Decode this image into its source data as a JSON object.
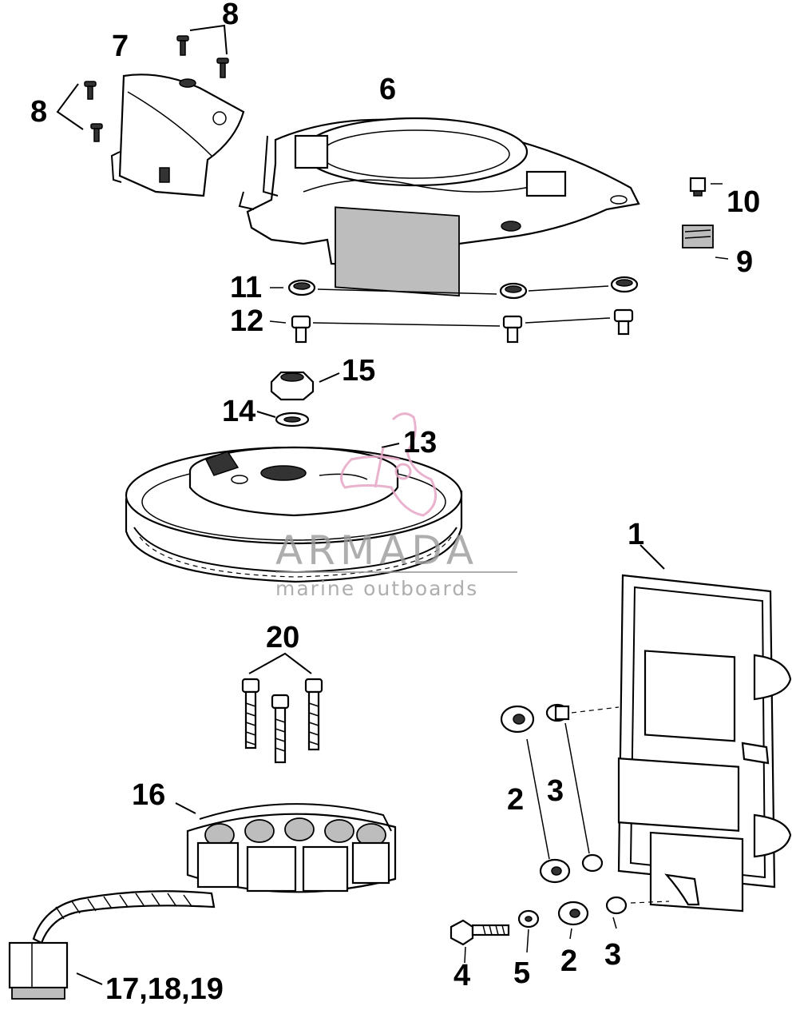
{
  "callouts": {
    "c1": "1",
    "c2a": "2",
    "c2b": "2",
    "c3a": "3",
    "c3b": "3",
    "c4": "4",
    "c5": "5",
    "c6": "6",
    "c7": "7",
    "c8a": "8",
    "c8b": "8",
    "c9": "9",
    "c10": "10",
    "c11": "11",
    "c12": "12",
    "c13": "13",
    "c14": "14",
    "c15": "15",
    "c16": "16",
    "c17": "17,18,19",
    "c20": "20"
  },
  "watermark": {
    "brand": "ARMADA",
    "tagline": "marine outboards",
    "text_color": "#9a9a9a",
    "logo_color": "#e6a6c6"
  }
}
